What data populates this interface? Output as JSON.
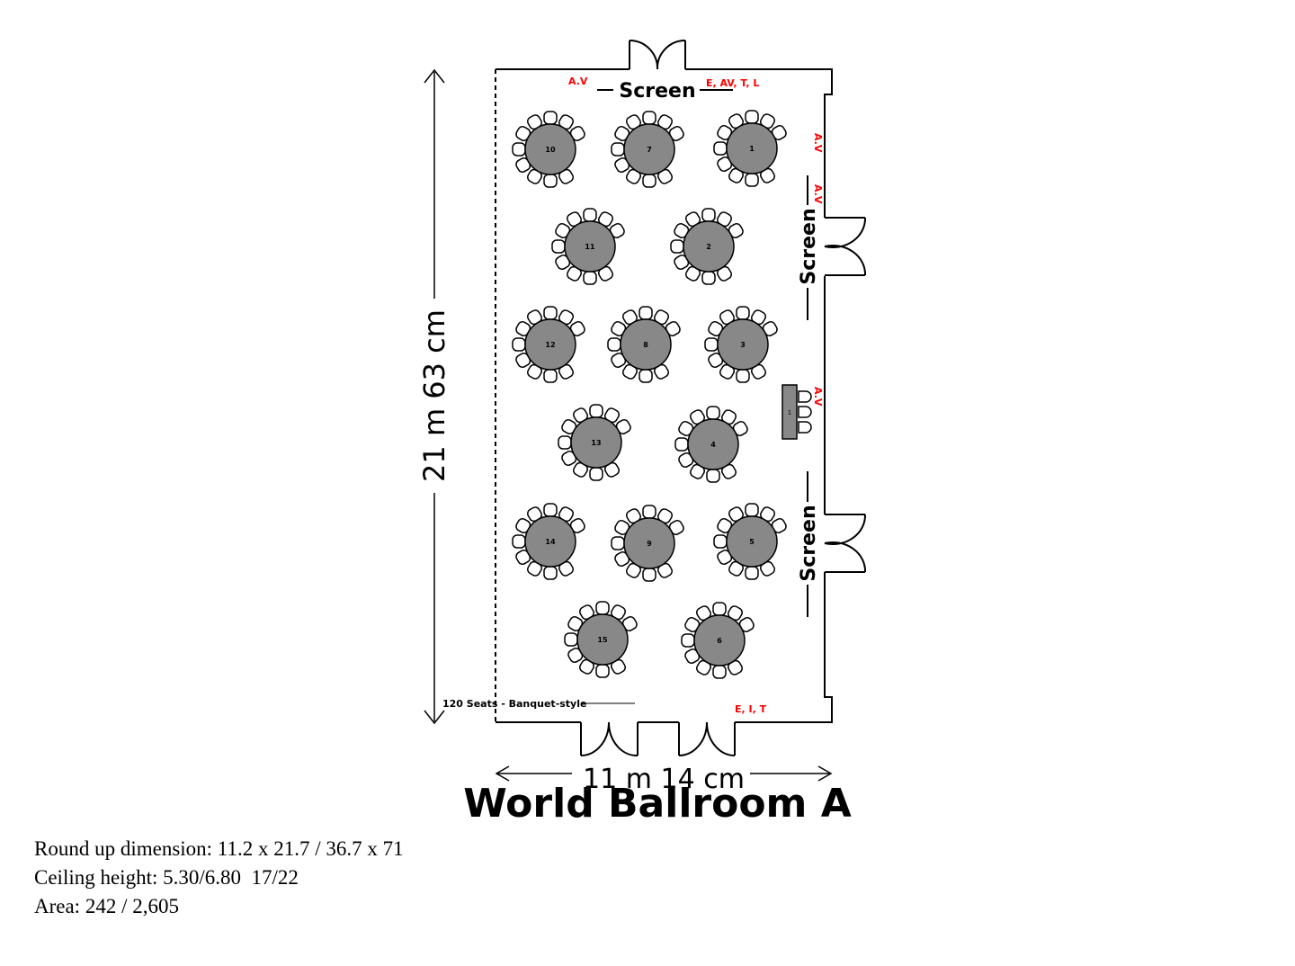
{
  "title": "World Ballroom A",
  "dimensions": {
    "length_label": "21 m 63 cm",
    "width_label": "11 m 14 cm"
  },
  "setup_label": "120 Seats - Banquet-style",
  "screen_label": "Screen",
  "outlet_labels": {
    "av": "A.V",
    "top_right": "E, AV, T, L",
    "bottom_right": "E, I, T"
  },
  "colors": {
    "table_fill": "#888888",
    "line": "#000000",
    "outlet_text": "#ff0000"
  },
  "tables": [
    {
      "number": "10"
    },
    {
      "number": "7"
    },
    {
      "number": "1"
    },
    {
      "number": "11"
    },
    {
      "number": "2"
    },
    {
      "number": "12"
    },
    {
      "number": "8"
    },
    {
      "number": "3"
    },
    {
      "number": "13"
    },
    {
      "number": "4"
    },
    {
      "number": "14"
    },
    {
      "number": "9"
    },
    {
      "number": "5"
    },
    {
      "number": "15"
    },
    {
      "number": "6"
    }
  ],
  "head_table_label": "1",
  "info": {
    "round_up": "Round up dimension: 11.2 x 21.7 / 36.7 x 71",
    "ceiling": "Ceiling height: 5.30/6.80  17/22",
    "area": "Area: 242 / 2,605"
  }
}
